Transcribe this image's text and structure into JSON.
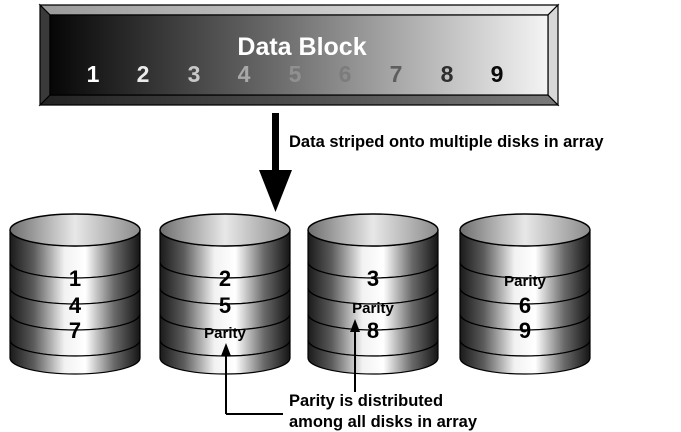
{
  "data_block": {
    "title": "Data Block",
    "numbers": [
      "1",
      "2",
      "3",
      "4",
      "5",
      "6",
      "7",
      "8",
      "9"
    ]
  },
  "striping_label": "Data striped onto multiple disks in array",
  "disks": [
    {
      "rows": [
        "1",
        "4",
        "7"
      ]
    },
    {
      "rows": [
        "2",
        "5",
        "Parity"
      ]
    },
    {
      "rows": [
        "3",
        "Parity",
        "8"
      ]
    },
    {
      "rows": [
        "Parity",
        "6",
        "9"
      ]
    }
  ],
  "parity_note": {
    "line1": "Parity is distributed",
    "line2": "among all disks in array"
  },
  "colors": {
    "text": "#000000",
    "block_title": "#ffffff",
    "outline": "#000000"
  }
}
